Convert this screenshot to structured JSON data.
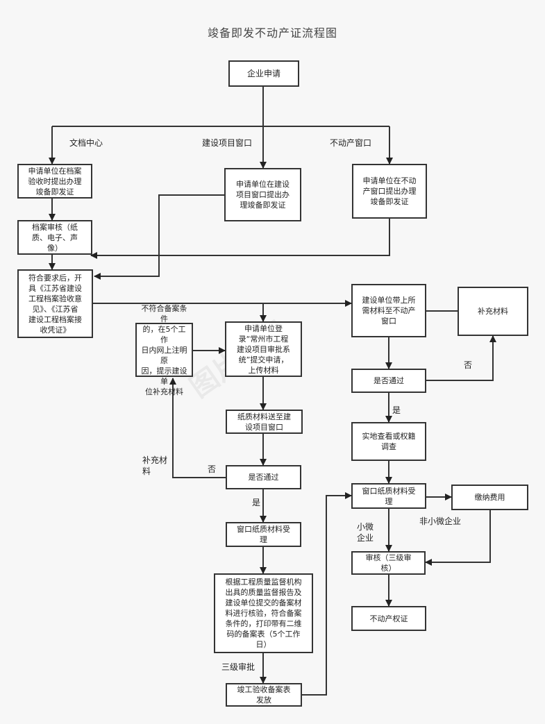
{
  "title": "竣备即发不动产证流程图",
  "nodes": {
    "start": "企业申请",
    "archive_apply": "申请单位在档案\n验收时提出办理\n竣备即发证",
    "project_apply": "申请单位在建设\n项目窗口提出办\n理竣备即发证",
    "estate_apply": "申请单位在不动\n产窗口提出办理\n竣备即发证",
    "archive_review": "档案审核（纸\n质、电子、声\n像）",
    "issue_doc": "符合要求后，开\n具《江苏省建设\n工程档案验收意\n见》、《江苏省\n建设工程档案接\n收凭证》",
    "noncompliant": "不符合备案条件\n的，在5个工作\n日内网上注明原\n因，提示建设单\n位补充材料",
    "login_system": "申请单位登\n录“常州市工程\n建设项目审批系\n统”提交申请，\n上传材料",
    "paper_to_project": "纸质材料送至建\n设项目窗口",
    "pass_left": "是否通过",
    "window_accept_left": "窗口纸质材料受\n理",
    "verify": "根据工程质量监督机构\n出具的质量监督报告及\n建设单位提交的备案材\n料进行核验，符合备案\n条件的，打印带有二维\n码的备案表（5个工作\n日）",
    "issue_record": "竣工验收备案表\n发放",
    "bring_materials": "建设单位带上所\n需材料至不动产\n窗口",
    "supplement_right": "补充材料",
    "pass_right": "是否通过",
    "site_check": "实地查看或权籍\n调查",
    "window_accept_right": "窗口纸质材料受\n理",
    "pay_fee": "缴纳费用",
    "approve": "审核（三级审\n核）",
    "estate_cert": "不动产权证"
  },
  "labels": {
    "archive_center": "文档中心",
    "project_window": "建设项目窗口",
    "estate_window": "不动产窗口",
    "no_right": "否",
    "yes_right": "是",
    "supplement_left": "补充材\n料",
    "no_left": "否",
    "yes_left": "是",
    "three_level": "三级审批",
    "small_micro": "小微\n企业",
    "non_small_micro": "非小微企业"
  },
  "watermark": "图片所示"
}
